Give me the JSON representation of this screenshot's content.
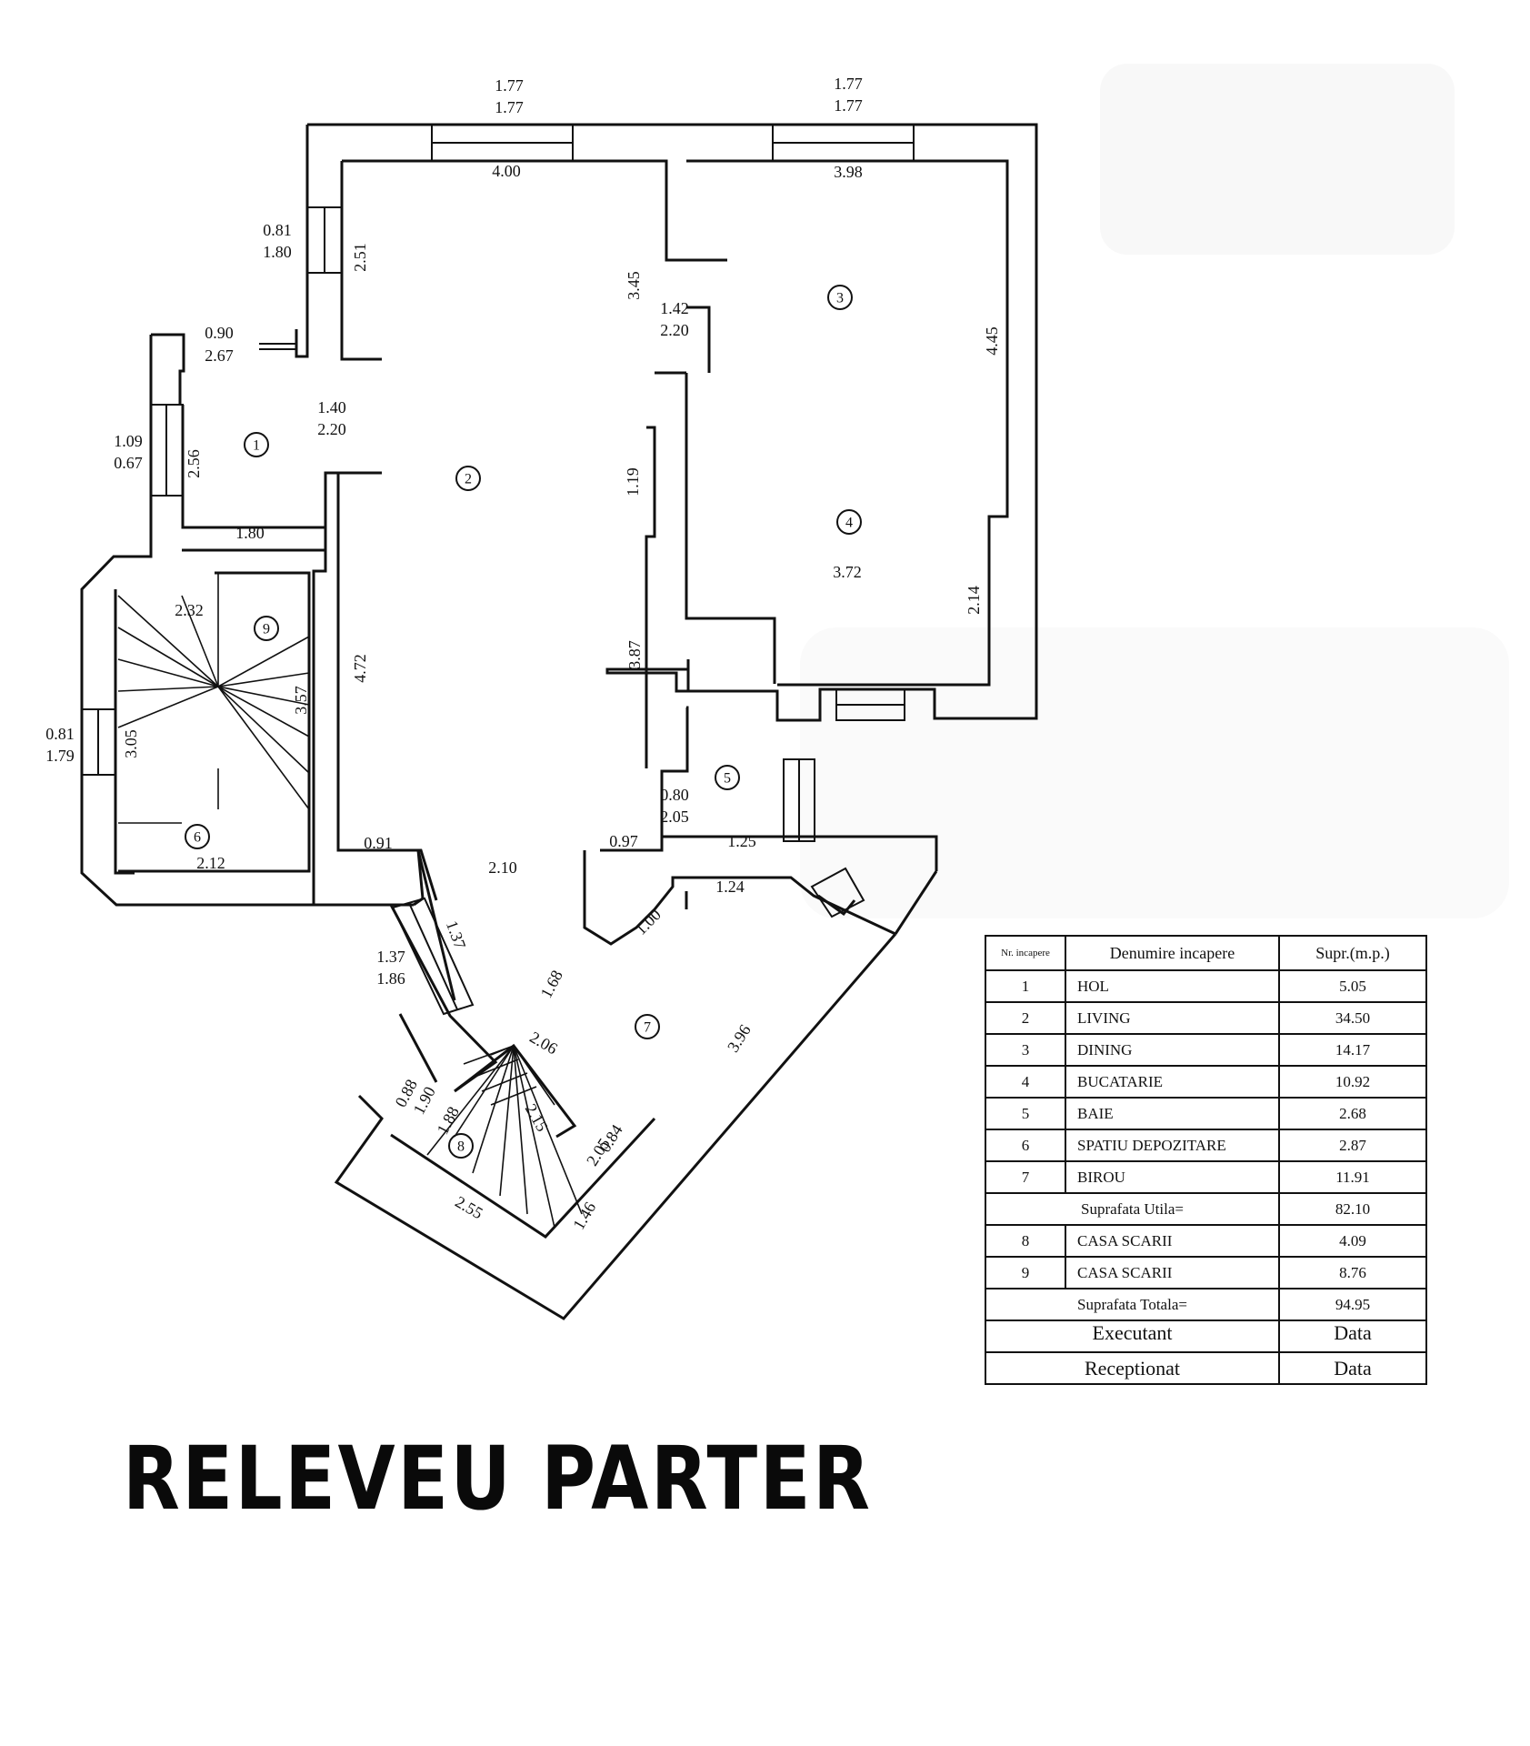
{
  "title": "RELEVEU PARTER",
  "dimensions": {
    "d_top1_a": "1.77",
    "d_top1_b": "1.77",
    "d_top2_a": "1.77",
    "d_top2_b": "1.77",
    "d_400": "4.00",
    "d_398": "3.98",
    "d_081a": "0.81",
    "d_180a": "1.80",
    "d_251": "2.51",
    "d_090": "0.90",
    "d_267": "2.67",
    "d_345": "3.45",
    "d_142": "1.42",
    "d_220a": "2.20",
    "d_445": "4.45",
    "d_140": "1.40",
    "d_220b": "2.20",
    "d_109": "1.09",
    "d_067": "0.67",
    "d_256": "2.56",
    "d_119": "1.19",
    "d_372": "3.72",
    "d_214": "2.14",
    "d_180b": "1.80",
    "d_232": "2.32",
    "d_472": "4.72",
    "d_387": "3.87",
    "d_357": "3.57",
    "d_081b": "0.81",
    "d_179": "1.79",
    "d_305": "3.05",
    "d_080": "0.80",
    "d_205a": "2.05",
    "d_091": "0.91",
    "d_097": "0.97",
    "d_125": "1.25",
    "d_212": "2.12",
    "d_210": "2.10",
    "d_124": "1.24",
    "d_100": "1.00",
    "d_137a": "1.37",
    "d_137b": "1.37",
    "d_186": "1.86",
    "d_168": "1.68",
    "d_396": "3.96",
    "d_206": "2.06",
    "d_088": "0.88",
    "d_190": "1.90",
    "d_188": "1.88",
    "d_215": "2.15",
    "d_084": "0.84",
    "d_205b": "2.05",
    "d_255": "2.55",
    "d_146": "1.46"
  },
  "room_numbers": {
    "r1": "1",
    "r2": "2",
    "r3": "3",
    "r4": "4",
    "r5": "5",
    "r6": "6",
    "r7": "7",
    "r8": "8",
    "r9": "9"
  },
  "table": {
    "header": {
      "nr": "Nr. incapere",
      "name": "Denumire  incapere",
      "area": "Supr.(m.p.)"
    },
    "rows": [
      {
        "nr": "1",
        "name": "HOL",
        "area": "5.05"
      },
      {
        "nr": "2",
        "name": "LIVING",
        "area": "34.50"
      },
      {
        "nr": "3",
        "name": "DINING",
        "area": "14.17"
      },
      {
        "nr": "4",
        "name": "BUCATARIE",
        "area": "10.92"
      },
      {
        "nr": "5",
        "name": "BAIE",
        "area": "2.68"
      },
      {
        "nr": "6",
        "name": "SPATIU DEPOZITARE",
        "area": "2.87"
      },
      {
        "nr": "7",
        "name": "BIROU",
        "area": "11.91"
      }
    ],
    "utila_label": "Suprafata Utila=",
    "utila_value": "82.10",
    "rows2": [
      {
        "nr": "8",
        "name": "CASA SCARII",
        "area": "4.09"
      },
      {
        "nr": "9",
        "name": "CASA SCARII",
        "area": "8.76"
      }
    ],
    "totala_label": "Suprafata Totala=",
    "totala_value": "94.95",
    "executant": "Executant",
    "data1": "Data",
    "receptionat": "Receptionat",
    "data2": "Data"
  }
}
